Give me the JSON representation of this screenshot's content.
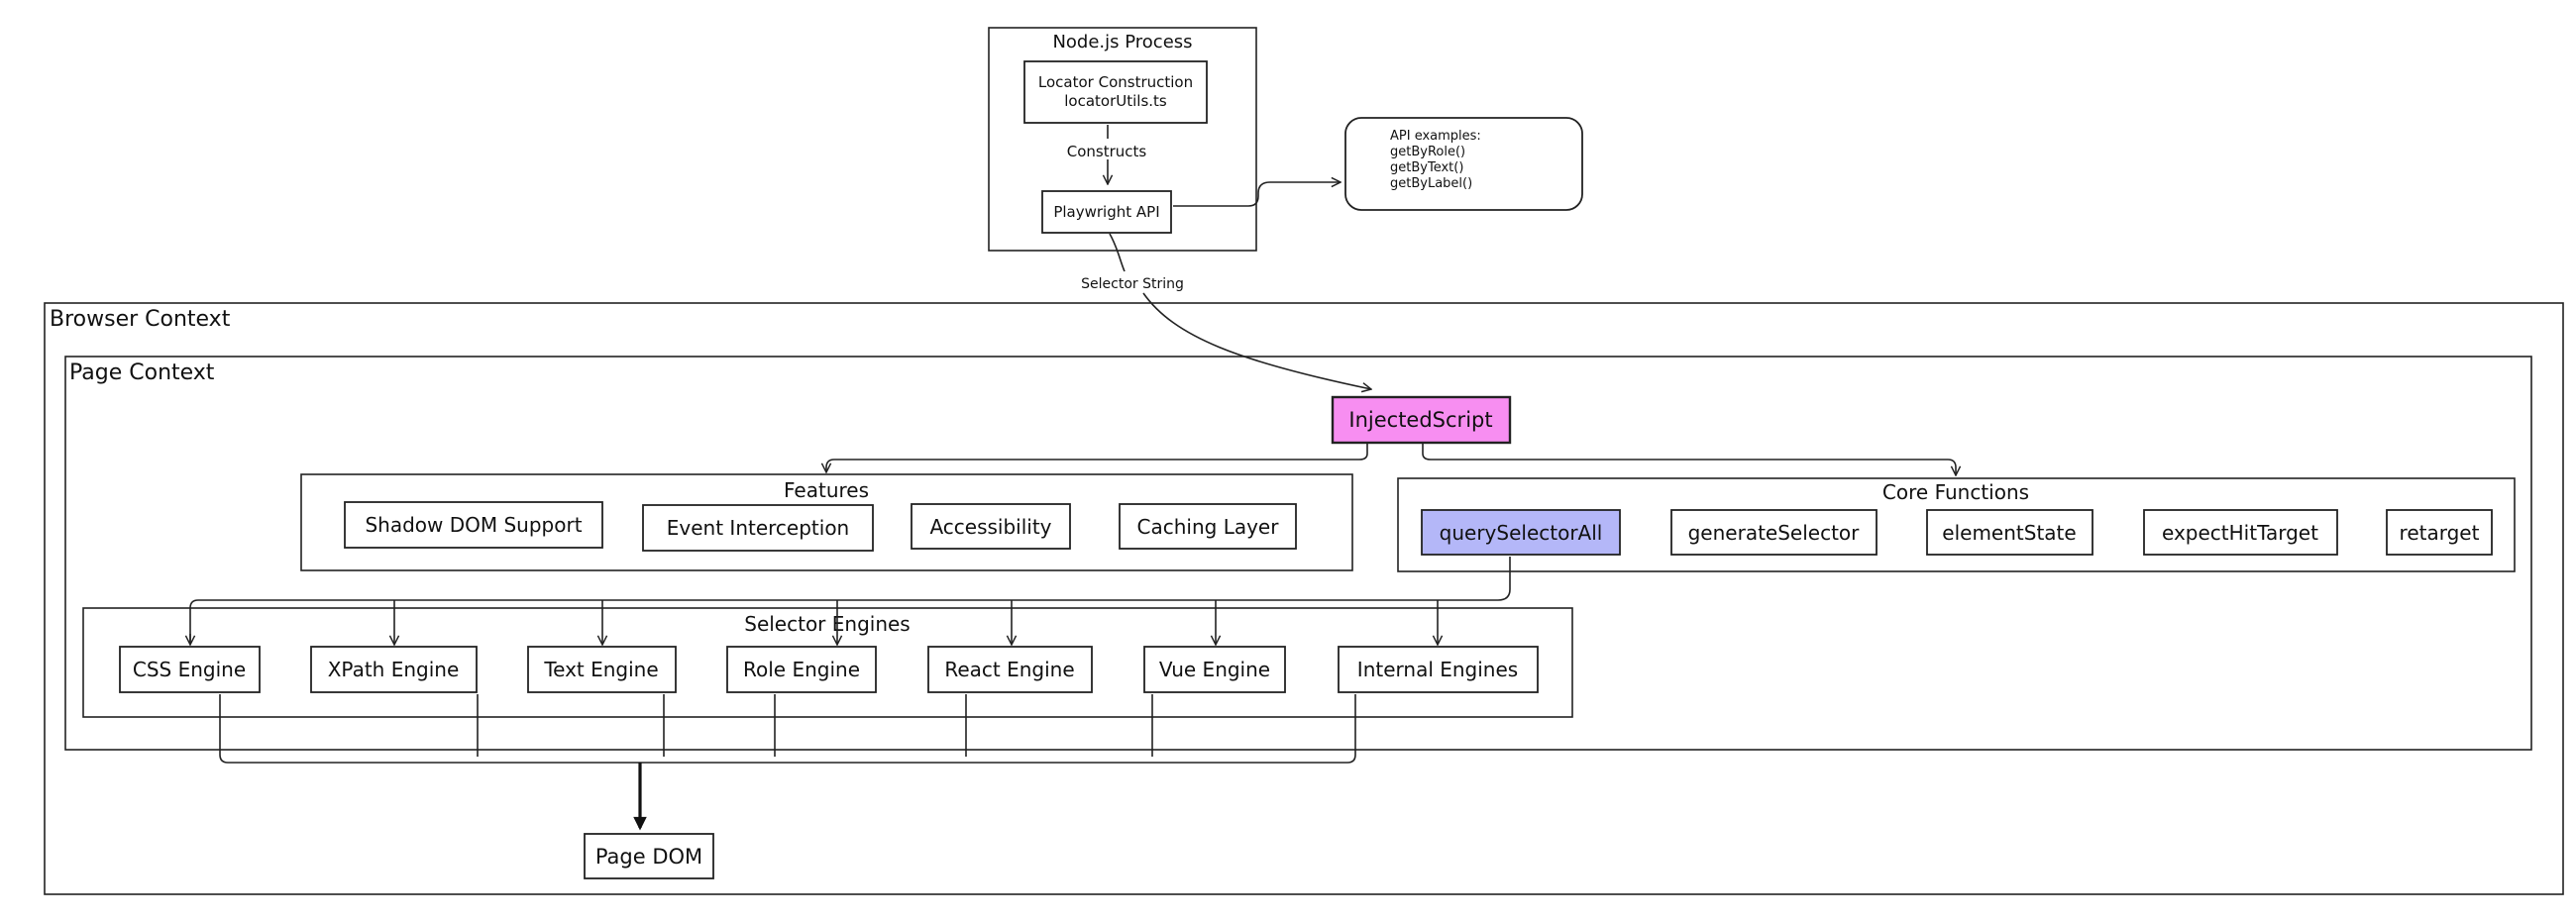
{
  "groups": {
    "browser_context": "Browser Context",
    "page_context": "Page Context",
    "nodejs_process": "Node.js Process",
    "features": "Features",
    "core_functions": "Core Functions",
    "selector_engines": "Selector Engines"
  },
  "nodes": {
    "locator_construction": [
      "Locator Construction",
      "locatorUtils.ts"
    ],
    "playwright_api": "Playwright API",
    "api_examples": [
      "API examples:",
      "getByRole()",
      "getByText()",
      "getByLabel()"
    ],
    "injected_script": "InjectedScript",
    "shadow_dom": "Shadow DOM Support",
    "event_interception": "Event Interception",
    "accessibility": "Accessibility",
    "caching_layer": "Caching Layer",
    "query_selector_all": "querySelectorAll",
    "generate_selector": "generateSelector",
    "element_state": "elementState",
    "expect_hit_target": "expectHitTarget",
    "retarget": "retarget",
    "css_engine": "CSS Engine",
    "xpath_engine": "XPath Engine",
    "text_engine": "Text Engine",
    "role_engine": "Role Engine",
    "react_engine": "React Engine",
    "vue_engine": "Vue Engine",
    "internal_engines": "Internal Engines",
    "page_dom": "Page DOM"
  },
  "edge_labels": {
    "constructs": "Constructs",
    "selector_string": "Selector String"
  },
  "colors": {
    "injected_script_fill": "#f78ef1",
    "query_selector_all_fill": "#b4b7f8"
  }
}
